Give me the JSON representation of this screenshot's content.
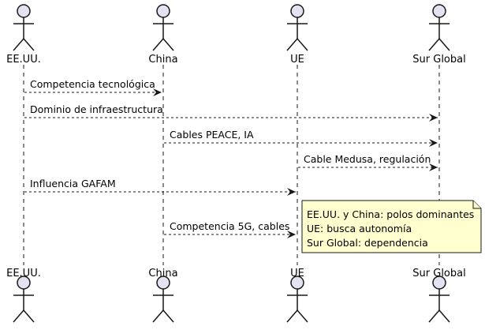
{
  "participants": [
    {
      "id": "eeuu",
      "label": "EE.UU."
    },
    {
      "id": "china",
      "label": "China"
    },
    {
      "id": "ue",
      "label": "UE"
    },
    {
      "id": "sur",
      "label": "Sur Global"
    }
  ],
  "messages": [
    {
      "from": "eeuu",
      "to": "china",
      "label": "Competencia tecnológica"
    },
    {
      "from": "eeuu",
      "to": "sur",
      "label": "Dominio de infraestructura"
    },
    {
      "from": "china",
      "to": "sur",
      "label": "Cables PEACE, IA"
    },
    {
      "from": "ue",
      "to": "sur",
      "label": "Cable Medusa, regulación"
    },
    {
      "from": "eeuu",
      "to": "ue",
      "label": "Influencia GAFAM"
    },
    {
      "from": "china",
      "to": "ue",
      "label": "Competencia 5G, cables"
    }
  ],
  "note": {
    "lines": [
      "EE.UU. y China: polos dominantes",
      "UE: busca autonomía",
      "Sur Global: dependencia"
    ]
  },
  "colors": {
    "actor_fill": "#e2e2f0",
    "actor_stroke": "#181818",
    "lifeline": "#181818",
    "arrow": "#181818",
    "note_fill": "#fefece",
    "note_stroke": "#181818"
  }
}
